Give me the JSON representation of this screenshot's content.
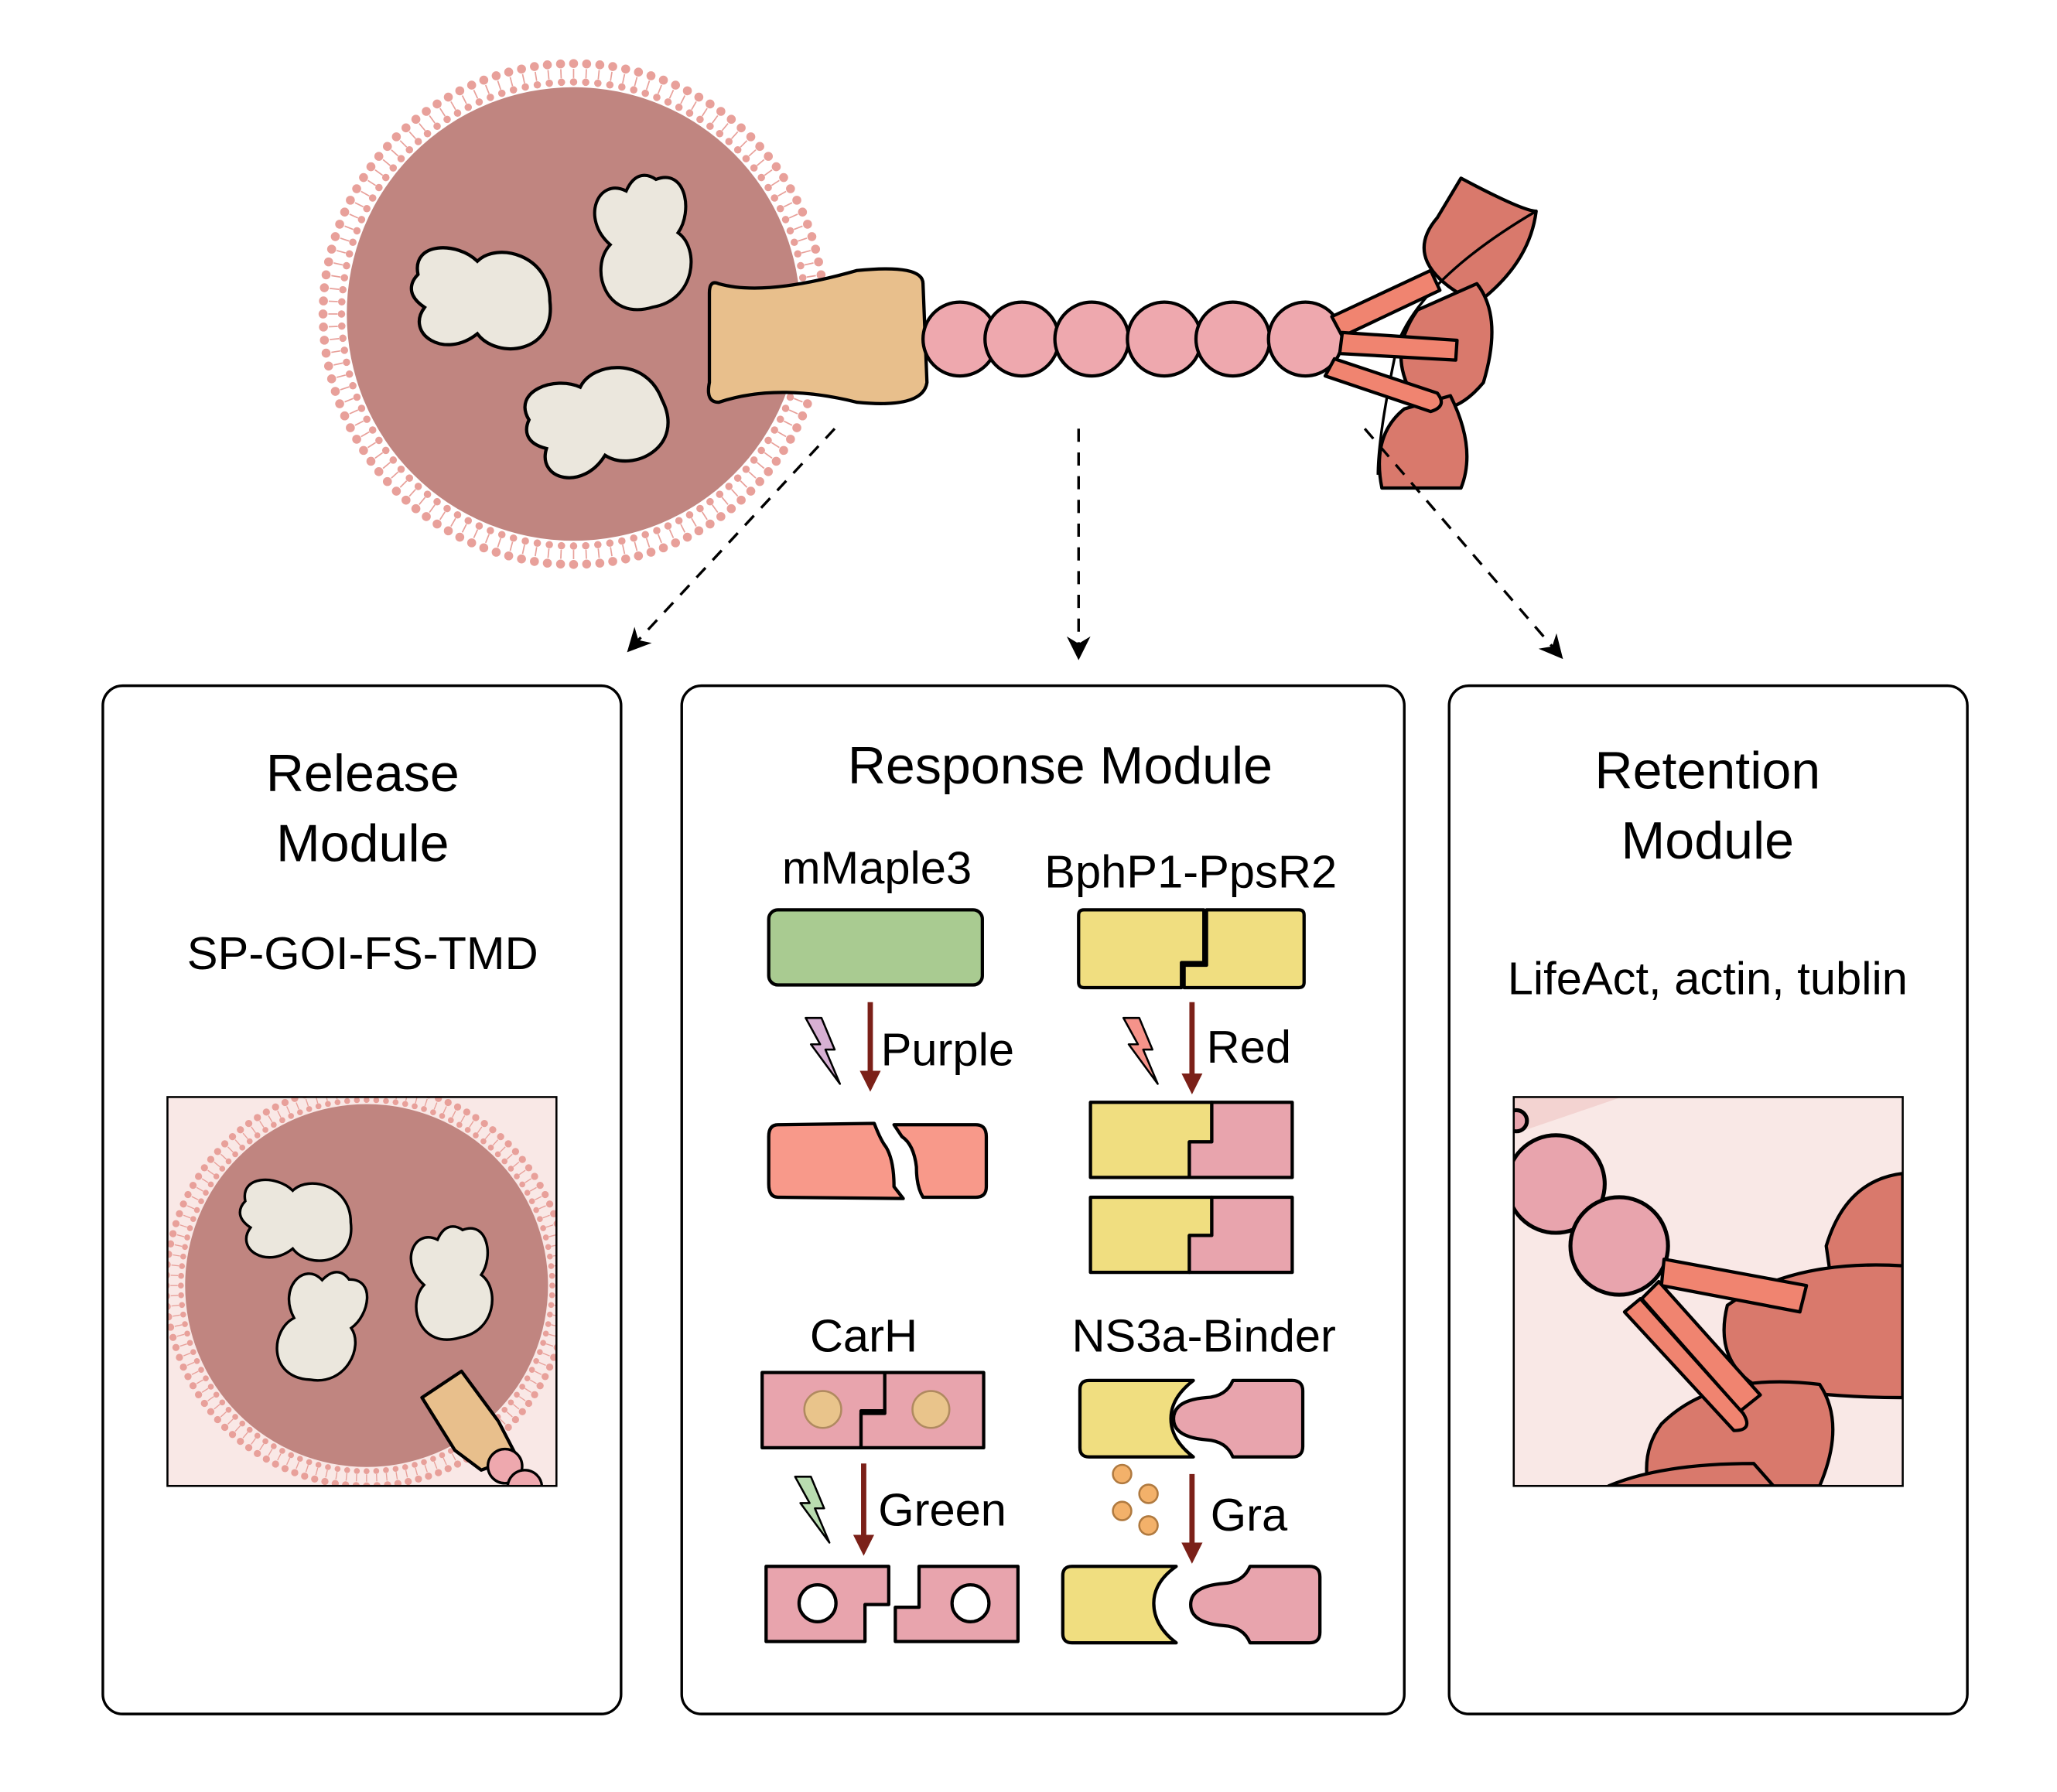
{
  "panels": {
    "release": {
      "title_line1": "Release",
      "title_line2": "Module",
      "subtitle": "SP-GOI-FS-TMD"
    },
    "response": {
      "title": "Response Module",
      "systems": [
        {
          "name": "mMaple3",
          "stimulus": "Purple",
          "stimulus_color": "#d7b0d3"
        },
        {
          "name": "BphP1-PpsR2",
          "stimulus": "Red",
          "stimulus_color": "#f5938a"
        },
        {
          "name": "CarH",
          "stimulus": "Green",
          "stimulus_color": "#b9dcb0"
        },
        {
          "name": "NS3a-Binder",
          "stimulus": "Gra",
          "stimulus_color": "#f3b16a"
        }
      ]
    },
    "retention": {
      "title_line1": "Retention",
      "title_line2": "Module",
      "subtitle": "LifeAct, actin, tublin"
    }
  },
  "colors": {
    "liposome_fill": "#c08580",
    "membrane": "#e8a09a",
    "cargo": "#ebe7dd",
    "anchor": "#e8bf8c",
    "bead": "#eea8ae",
    "actin": "#d9796c",
    "rod": "#f08470",
    "green_protein": "#a9cb91",
    "yellow_protein": "#f0de80",
    "pink_protein": "#e8a4ad",
    "salmon_protein": "#f8998a",
    "arrow": "#7b2018",
    "inset_bg": "#f9e8e6"
  }
}
